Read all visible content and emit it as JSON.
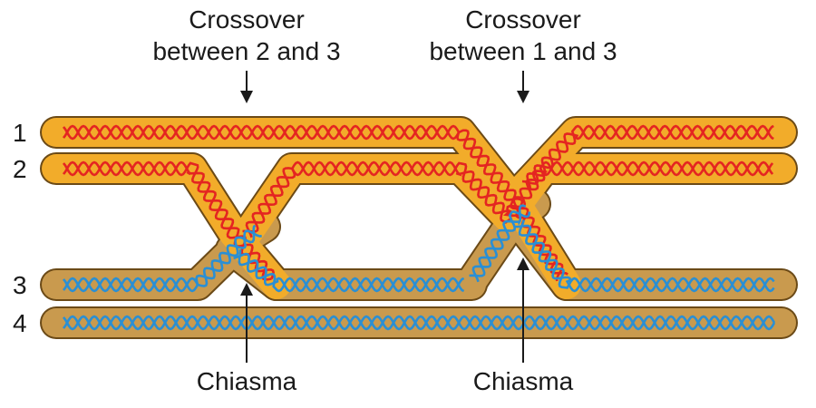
{
  "labels": {
    "crossover_left_line1": "Crossover",
    "crossover_left_line2": "between 2 and 3",
    "crossover_right_line1": "Crossover",
    "crossover_right_line2": "between 1 and 3",
    "chiasma_left": "Chiasma",
    "chiasma_right": "Chiasma"
  },
  "chromatids": [
    {
      "number": "1",
      "color": "#f2ac2a",
      "dna_color": "#e42521"
    },
    {
      "number": "2",
      "color": "#f2ac2a",
      "dna_color": "#e42521"
    },
    {
      "number": "3",
      "color": "#c99a4e",
      "dna_color": "#2a8fd4"
    },
    {
      "number": "4",
      "color": "#c99a4e",
      "dna_color": "#2a8fd4"
    }
  ],
  "colors": {
    "outline": "#6b4a17",
    "text": "#1a1a1a",
    "arrow": "#1a1a1a"
  }
}
